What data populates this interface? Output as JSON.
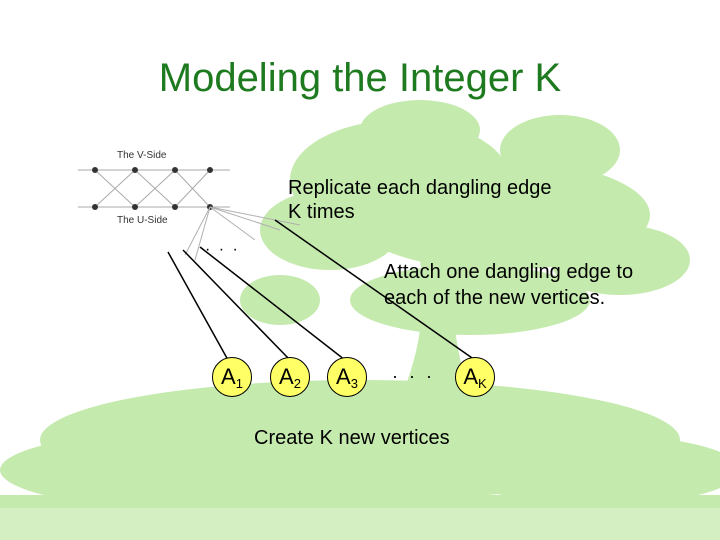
{
  "title": "Modeling the Integer K",
  "labels": {
    "v_side": "The V-Side",
    "u_side": "The U-Side",
    "replicate_line1": "Replicate each dangling edge",
    "replicate_line2": "K times",
    "attach_line1": "Attach one dangling edge to",
    "attach_line2": "each of the new vertices.",
    "create": "Create K new vertices",
    "ellipsis": "· · ·"
  },
  "nodes": [
    {
      "base": "A",
      "sub": "1"
    },
    {
      "base": "A",
      "sub": "2"
    },
    {
      "base": "A",
      "sub": "3"
    },
    {
      "base": "A",
      "sub": "K"
    }
  ],
  "colors": {
    "title": "#1e7a1e",
    "tree": "#b6e39a",
    "node_fill": "#ffff66"
  }
}
